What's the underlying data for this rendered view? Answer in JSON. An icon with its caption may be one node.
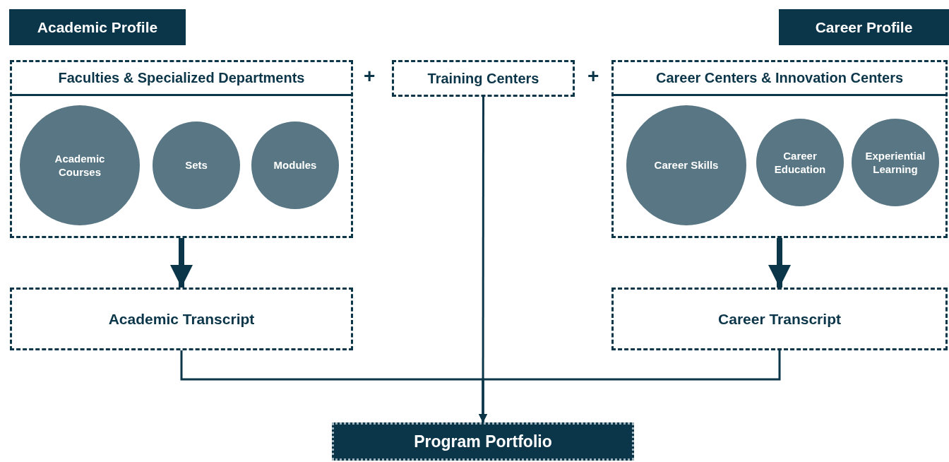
{
  "diagram": {
    "nodes": [
      {
        "text": [
          "Academic Profile"
        ]
      },
      {
        "text": [
          "Career Profile"
        ]
      },
      {
        "text": [
          "Faculties & Specialized Departments"
        ]
      },
      {
        "text": [
          "Academic Courses"
        ],
        "in": 2
      },
      {
        "text": [
          "Sets"
        ],
        "in": 2
      },
      {
        "text": [
          "Modules"
        ],
        "in": 2
      },
      {
        "text": [
          "Training Centers"
        ]
      },
      {
        "text": [
          "Career Centers & Innovation Centers"
        ]
      },
      {
        "text": [
          "Career Skills"
        ],
        "in": 7
      },
      {
        "text": [
          "Career Education"
        ],
        "in": 7
      },
      {
        "text": [
          "Experiential Learning"
        ],
        "in": 7
      },
      {
        "text": [
          "Academic Transcript"
        ]
      },
      {
        "text": [
          "Career Transcript"
        ]
      },
      {
        "text": [
          "Program Portfolio"
        ]
      }
    ],
    "edges": [
      {
        "from": 2,
        "to": 11,
        "arrow": "to",
        "style": "thick"
      },
      {
        "from": 7,
        "to": 12,
        "arrow": "to",
        "style": "thick"
      },
      {
        "from": 11,
        "to": 13,
        "arrow": "to"
      },
      {
        "from": 6,
        "to": 13,
        "arrow": "to"
      },
      {
        "from": 12,
        "to": 13,
        "arrow": "to"
      }
    ],
    "labels": [
      "+",
      "+"
    ]
  }
}
